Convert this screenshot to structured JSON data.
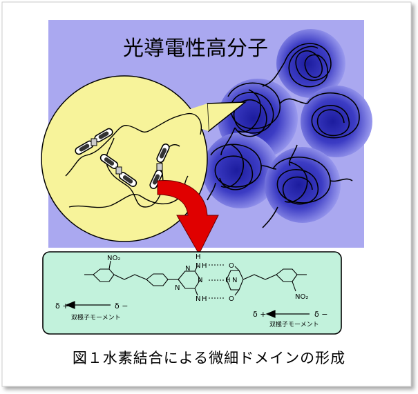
{
  "figure": {
    "title": "光導電性高分子",
    "caption": "図１水素結合による微細ドメインの形成"
  },
  "chemistry": {
    "labels": {
      "no2_top": "NO₂",
      "no2_bottom": "NO₂",
      "n_ring_1": "N",
      "n_ring_2": "N",
      "n_ring_3": "N",
      "n_imide": "N",
      "h_top": "H",
      "h_mid": "H",
      "h_imide": "H",
      "h_bottom": "H",
      "nh_top": "N",
      "nh_bottom": "N",
      "o_top": "O",
      "o_bottom": "O"
    },
    "dipole_left": {
      "plus": "δ +",
      "minus": "δ −",
      "label": "双極子モーメント"
    },
    "dipole_right": {
      "plus": "δ +",
      "minus": "δ −",
      "label": "双極子モーメント"
    }
  },
  "colors": {
    "panel_bg": "#aaa8f0",
    "spot_fill": "#f7f39a",
    "arrow_red": "#e00000",
    "chem_box": "#c2f2dc",
    "sphere_core": "#3a3ab8"
  }
}
